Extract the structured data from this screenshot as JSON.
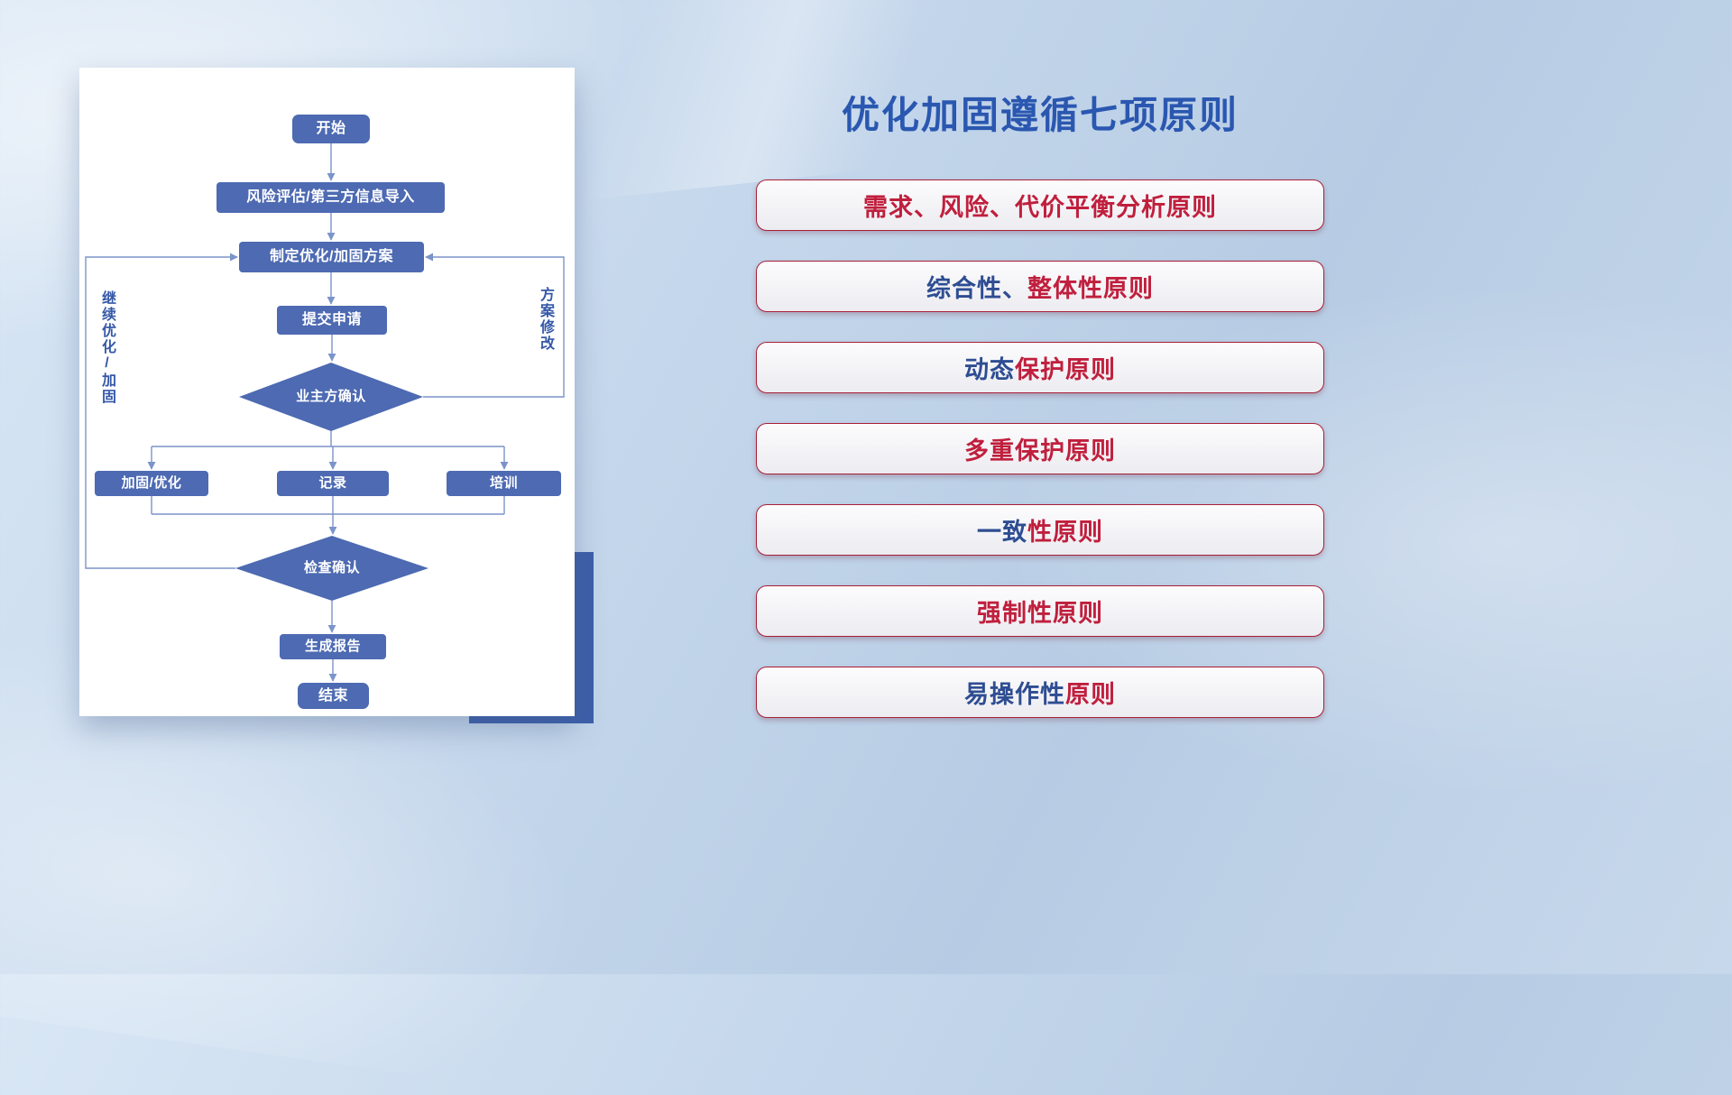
{
  "title": "优化加固遵循七项原则",
  "flowchart": {
    "start": "开始",
    "risk_import": "风险评估/第三方信息导入",
    "make_plan": "制定优化/加固方案",
    "submit": "提交申请",
    "owner_confirm": "业主方确认",
    "harden": "加固/优化",
    "record": "记录",
    "training": "培训",
    "check_confirm": "检查确认",
    "report": "生成报告",
    "end": "结束",
    "loop_left_label": "继续优化/加固",
    "loop_right_label": "方案修改"
  },
  "principles": [
    {
      "segments": [
        {
          "text": "需求、风险、代价平衡分析原则",
          "color": "#c01f3d"
        }
      ]
    },
    {
      "segments": [
        {
          "text": "综合性、",
          "color": "#2e4d92"
        },
        {
          "text": "整体性原则",
          "color": "#c01f3d"
        }
      ]
    },
    {
      "segments": [
        {
          "text": "动态",
          "color": "#2e4d92"
        },
        {
          "text": "保护原则",
          "color": "#c01f3d"
        }
      ]
    },
    {
      "segments": [
        {
          "text": "多重保护原则",
          "color": "#c01f3d"
        }
      ]
    },
    {
      "segments": [
        {
          "text": "一致",
          "color": "#2e4d92"
        },
        {
          "text": "性原则",
          "color": "#c01f3d"
        }
      ]
    },
    {
      "segments": [
        {
          "text": "强制性原则",
          "color": "#c01f3d"
        }
      ]
    },
    {
      "segments": [
        {
          "text": "易操作性",
          "color": "#2e4d92"
        },
        {
          "text": "原则",
          "color": "#c01f3d"
        }
      ]
    }
  ],
  "colors": {
    "title_blue": "#2a57b0",
    "node_blue": "#4d6ab2",
    "connector_blue": "#7b94c9",
    "loop_label_blue": "#3558a8",
    "principle_border_red": "#a81e36",
    "accent_block_blue": "#3d5fa9"
  }
}
